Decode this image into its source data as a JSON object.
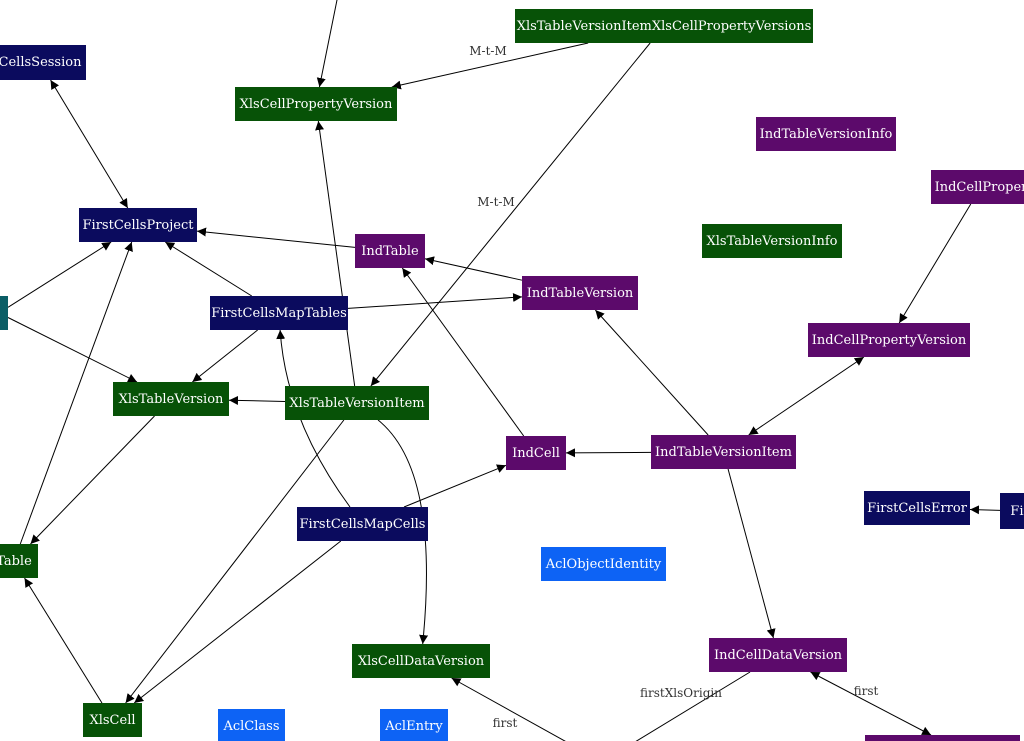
{
  "colors": {
    "navy": "#0b0b5e",
    "green": "#075207",
    "purple": "#5c0a6b",
    "blue": "#0d63f5",
    "teal": "#0b5e66",
    "edge": "#000000"
  },
  "nodes": [
    {
      "id": "cellsSession",
      "label": "CellsSession",
      "color": "navy"
    },
    {
      "id": "xlsTableVersionItemXlsCellPropertyVersions",
      "label": "XlsTableVersionItemXlsCellPropertyVersions",
      "color": "green"
    },
    {
      "id": "xlsCellPropertyVersion",
      "label": "XlsCellPropertyVersion",
      "color": "green"
    },
    {
      "id": "indTableVersionInfo",
      "label": "IndTableVersionInfo",
      "color": "purple"
    },
    {
      "id": "indCellPropertyPartial",
      "label": "IndCellProper",
      "color": "purple"
    },
    {
      "id": "firstCellsProject",
      "label": "FirstCellsProject",
      "color": "navy"
    },
    {
      "id": "indTable",
      "label": "IndTable",
      "color": "purple"
    },
    {
      "id": "xlsTableVersionInfo",
      "label": "XlsTableVersionInfo",
      "color": "green"
    },
    {
      "id": "indTableVersion",
      "label": "IndTableVersion",
      "color": "purple"
    },
    {
      "id": "firstCellsMapTables",
      "label": "FirstCellsMapTables",
      "color": "navy"
    },
    {
      "id": "tealNode",
      "label": "",
      "color": "teal"
    },
    {
      "id": "indCellPropertyVersion",
      "label": "IndCellPropertyVersion",
      "color": "purple"
    },
    {
      "id": "xlsTableVersion",
      "label": "XlsTableVersion",
      "color": "green"
    },
    {
      "id": "xlsTableVersionItem",
      "label": "XlsTableVersionItem",
      "color": "green"
    },
    {
      "id": "indCell",
      "label": "IndCell",
      "color": "purple"
    },
    {
      "id": "indTableVersionItem",
      "label": "IndTableVersionItem",
      "color": "purple"
    },
    {
      "id": "firstCellsError",
      "label": "FirstCellsError",
      "color": "navy"
    },
    {
      "id": "firPartial",
      "label": "Fir",
      "color": "navy"
    },
    {
      "id": "tablePartial",
      "label": "Table",
      "color": "green"
    },
    {
      "id": "firstCellsMapCells",
      "label": "FirstCellsMapCells",
      "color": "navy"
    },
    {
      "id": "aclObjectIdentity",
      "label": "AclObjectIdentity",
      "color": "blue"
    },
    {
      "id": "xlsCellDataVersion",
      "label": "XlsCellDataVersion",
      "color": "green"
    },
    {
      "id": "indCellDataVersion",
      "label": "IndCellDataVersion",
      "color": "purple"
    },
    {
      "id": "xlsCell",
      "label": "XlsCell",
      "color": "green"
    },
    {
      "id": "aclClass",
      "label": "AclClass",
      "color": "blue"
    },
    {
      "id": "aclEntry",
      "label": "AclEntry",
      "color": "blue"
    },
    {
      "id": "bottomPurple",
      "label": "",
      "color": "purple"
    }
  ],
  "edges": [
    {
      "from": "xlsTableVersionItemXlsCellPropertyVersions",
      "to": "xlsCellPropertyVersion",
      "label": "M-t-M"
    },
    {
      "from": "xlsTableVersionItemXlsCellPropertyVersions",
      "to": "xlsTableVersionItem",
      "label": "M-t-M"
    },
    {
      "from": "offTop",
      "to": "xlsCellPropertyVersion",
      "label": ""
    },
    {
      "from": "cellsSession",
      "to": "firstCellsProject",
      "label": "",
      "bidir": true
    },
    {
      "from": "indTable",
      "to": "firstCellsProject",
      "label": ""
    },
    {
      "from": "firstCellsMapTables",
      "to": "firstCellsProject",
      "label": ""
    },
    {
      "from": "tealNode",
      "to": "firstCellsProject",
      "label": ""
    },
    {
      "from": "indTableVersion",
      "to": "indTable",
      "label": ""
    },
    {
      "from": "firstCellsMapTables",
      "to": "indTableVersion",
      "label": ""
    },
    {
      "from": "firstCellsMapTables",
      "to": "xlsTableVersion",
      "label": ""
    },
    {
      "from": "xlsTableVersionItem",
      "to": "xlsTableVersion",
      "label": ""
    },
    {
      "from": "xlsTableVersionItem",
      "to": "xlsCellPropertyVersion",
      "label": ""
    },
    {
      "from": "tealNode",
      "to": "xlsTableVersion",
      "label": ""
    },
    {
      "from": "indCell",
      "to": "indTable",
      "label": ""
    },
    {
      "from": "indTableVersionItem",
      "to": "indTableVersion",
      "label": ""
    },
    {
      "from": "indTableVersionItem",
      "to": "indCell",
      "label": ""
    },
    {
      "from": "indTableVersionItem",
      "to": "indCellPropertyVersion",
      "label": "",
      "bidir": true
    },
    {
      "from": "indCellPropertyPartial",
      "to": "indCellPropertyVersion",
      "label": ""
    },
    {
      "from": "indTableVersionItem",
      "to": "indCellDataVersion",
      "label": ""
    },
    {
      "from": "firstCellsMapCells",
      "to": "indCell",
      "label": ""
    },
    {
      "from": "firstCellsMapCells",
      "to": "firstCellsMapTables",
      "label": ""
    },
    {
      "from": "firstCellsMapCells",
      "to": "xlsCell",
      "label": ""
    },
    {
      "from": "xlsTableVersionItem",
      "to": "xlsCell",
      "label": ""
    },
    {
      "from": "xlsTableVersionItem",
      "to": "xlsCellDataVersion",
      "label": ""
    },
    {
      "from": "xlsTableVersion",
      "to": "tablePartial",
      "label": ""
    },
    {
      "from": "tablePartial",
      "to": "firstCellsProject",
      "label": ""
    },
    {
      "from": "xlsCell",
      "to": "tablePartial",
      "label": ""
    },
    {
      "from": "firPartial",
      "to": "firstCellsError",
      "label": ""
    },
    {
      "from": "xlsCellDataVersion",
      "to": "offBottom",
      "label": "first",
      "bidir": true
    },
    {
      "from": "indCellDataVersion",
      "to": "offBottom2",
      "label": "firstXlsOrigin"
    },
    {
      "from": "indCellDataVersion",
      "to": "bottomPurple",
      "label": "first",
      "bidir": true
    }
  ]
}
